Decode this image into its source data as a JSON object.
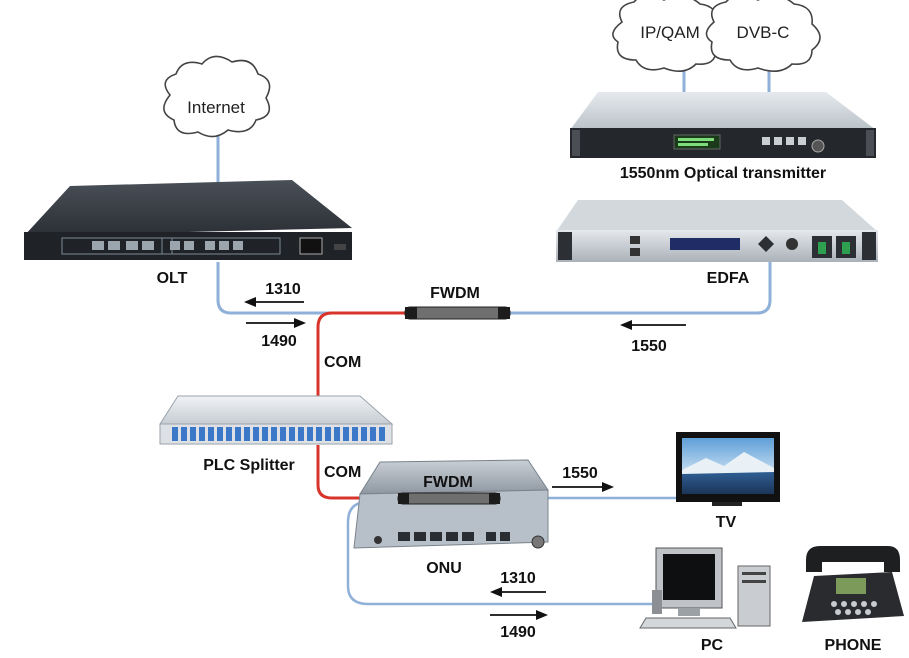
{
  "clouds": {
    "internet": "Internet",
    "ipqam": "IP/QAM",
    "dvbc": "DVB-C"
  },
  "devices": {
    "olt": "OLT",
    "transmitter": "1550nm Optical transmitter",
    "edfa": "EDFA",
    "plc_splitter": "PLC Splitter",
    "onu": "ONU",
    "tv": "TV",
    "pc": "PC",
    "phone": "PHONE"
  },
  "links": {
    "fwdm_top": "FWDM",
    "fwdm_onu": "FWDM",
    "com_top": "COM",
    "com_bottom": "COM",
    "wl_1310_top": "1310",
    "wl_1490_top": "1490",
    "wl_1550_top": "1550",
    "wl_1550_tv": "1550",
    "wl_1310_bottom": "1310",
    "wl_1490_bottom": "1490"
  },
  "colors": {
    "fiber_blue": "#8fb0d8",
    "fiber_red": "#d8342b",
    "rack_dark": "#2a2d33",
    "edfa_silver": "#c9cdd2"
  }
}
